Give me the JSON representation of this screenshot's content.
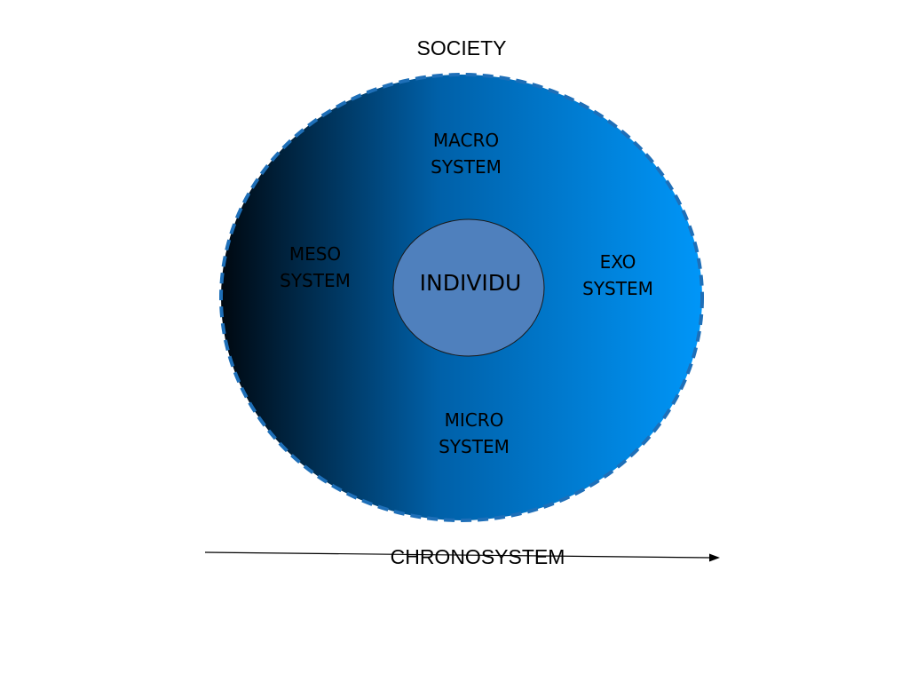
{
  "society": "SOCIETY",
  "chronosystem": "CHRONOSYSTEM",
  "systems": {
    "macro": [
      "MACRO",
      "SYSTEM"
    ],
    "meso": [
      "MESO",
      "SYSTEM"
    ],
    "exo": [
      "EXO",
      "SYSTEM"
    ],
    "micro": [
      "MICRO",
      "SYSTEM"
    ]
  },
  "individual": "INDIVIDU",
  "colors": {
    "outer_gradient_start": "#000810",
    "outer_gradient_mid": "#0060a8",
    "outer_gradient_end": "#0096f8",
    "outer_border": "#1e6fb8",
    "inner_fill": "#4f80bd",
    "inner_stroke": "#1a1a1a",
    "arrow": "#000000"
  }
}
